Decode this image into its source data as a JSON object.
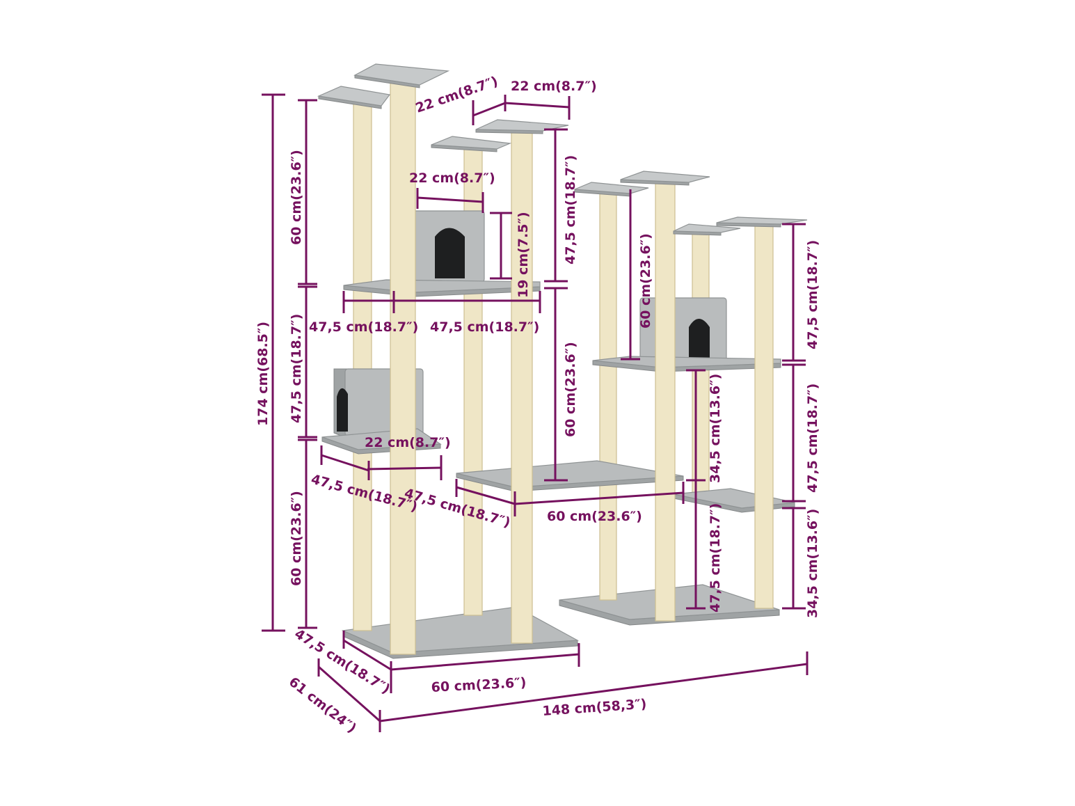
{
  "diagram": {
    "colors": {
      "dimension": "#75115e",
      "plush": "#b9bcbd",
      "sisal": "#efe6c6",
      "background": "#ffffff"
    },
    "dimensions": {
      "d_total_height": "174 cm(68.5″)",
      "d_left_top_section": "60 cm(23.6″)",
      "d_left_mid_section": "47,5 cm(18.7″)",
      "d_left_low_section": "60 cm(23.6″)",
      "d_base_depth": "47,5 cm(18.7″)",
      "d_overall_depth": "61 cm(24″)",
      "d_base_width": "60 cm(23.6″)",
      "d_overall_width": "148 cm(58,3″)",
      "d_top_platform_a": "22 cm(8.7″)",
      "d_top_platform_b": "22 cm(8.7″)",
      "d_condo_width": "22 cm(8.7″)",
      "d_condo_height": "19 cm(7.5″)",
      "d_shelf_left": "47,5 cm(18.7″)",
      "d_shelf_right": "47,5 cm(18.7″)",
      "d_upper_post": "47,5 cm(18.7″)",
      "d_mid_post": "60 cm(23.6″)",
      "d_low_condo_width": "22 cm(8.7″)",
      "d_low_shelf_depth": "47,5 cm(18.7″)",
      "d_bridge_depth": "47,5 cm(18.7″)",
      "d_bridge_width": "60 cm(23.6″)",
      "d_right_top_post": "60 cm(23.6″)",
      "d_right_far_top": "47,5 cm(18.7″)",
      "d_right_far_mid": "47,5 cm(18.7″)",
      "d_right_far_low": "34,5 cm(13.6″)",
      "d_right_inner_upper": "34,5 cm(13.6″)",
      "d_right_inner_lower": "47,5 cm(18.7″)"
    }
  }
}
